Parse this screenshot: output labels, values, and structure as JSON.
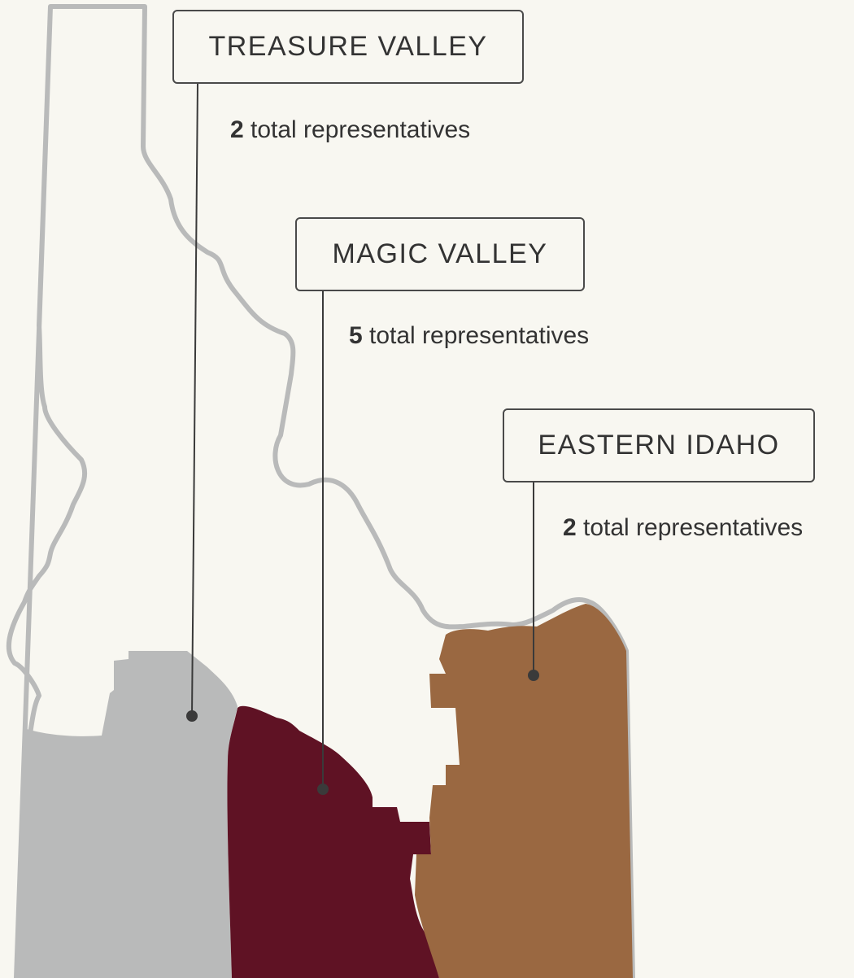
{
  "regions": [
    {
      "name": "TREASURE VALLEY",
      "count": "2",
      "rep_suffix": " total representatives",
      "color": "#b9baba"
    },
    {
      "name": "MAGIC VALLEY",
      "count": "5",
      "rep_suffix": " total representatives",
      "color": "#5f1224"
    },
    {
      "name": "EASTERN IDAHO",
      "count": "2",
      "rep_suffix": " total representatives",
      "color": "#9a6841"
    }
  ],
  "colors": {
    "background": "#f8f7f1",
    "outline": "#b9baba",
    "leader_line": "#3a3a3a"
  }
}
